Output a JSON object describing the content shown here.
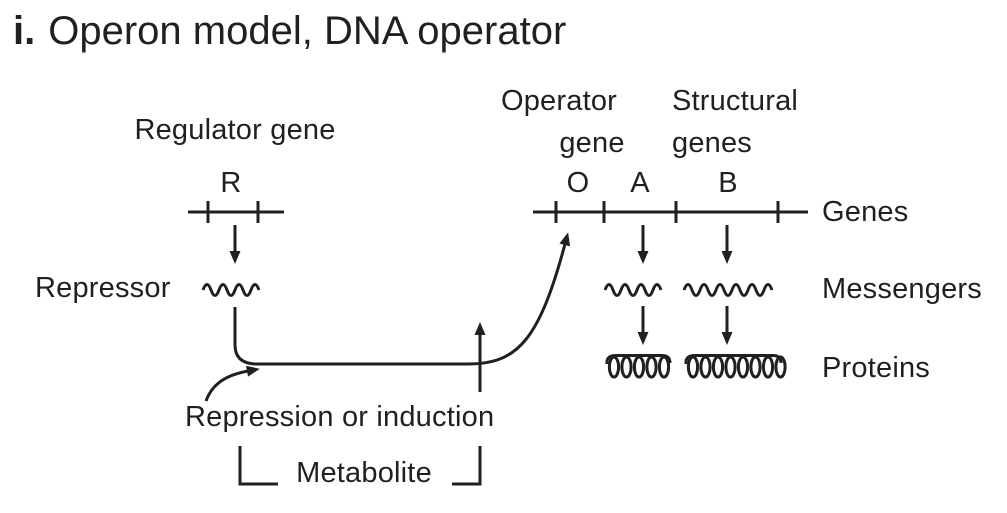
{
  "title": {
    "index": "i.",
    "text": "Operon model, DNA operator"
  },
  "colors": {
    "ink": "#231f20",
    "background": "#ffffff"
  },
  "diagram": {
    "regulator": {
      "label": "Regulator gene",
      "gene": "R",
      "product": "Repressor"
    },
    "operon": {
      "operator_label": [
        "Operator",
        "gene"
      ],
      "structural_label": [
        "Structural",
        "genes"
      ],
      "genes": [
        "O",
        "A",
        "B"
      ]
    },
    "rows": {
      "genes": "Genes",
      "messengers": "Messengers",
      "proteins": "Proteins"
    },
    "control": {
      "process": "Repression or induction",
      "effector": "Metabolite"
    }
  }
}
